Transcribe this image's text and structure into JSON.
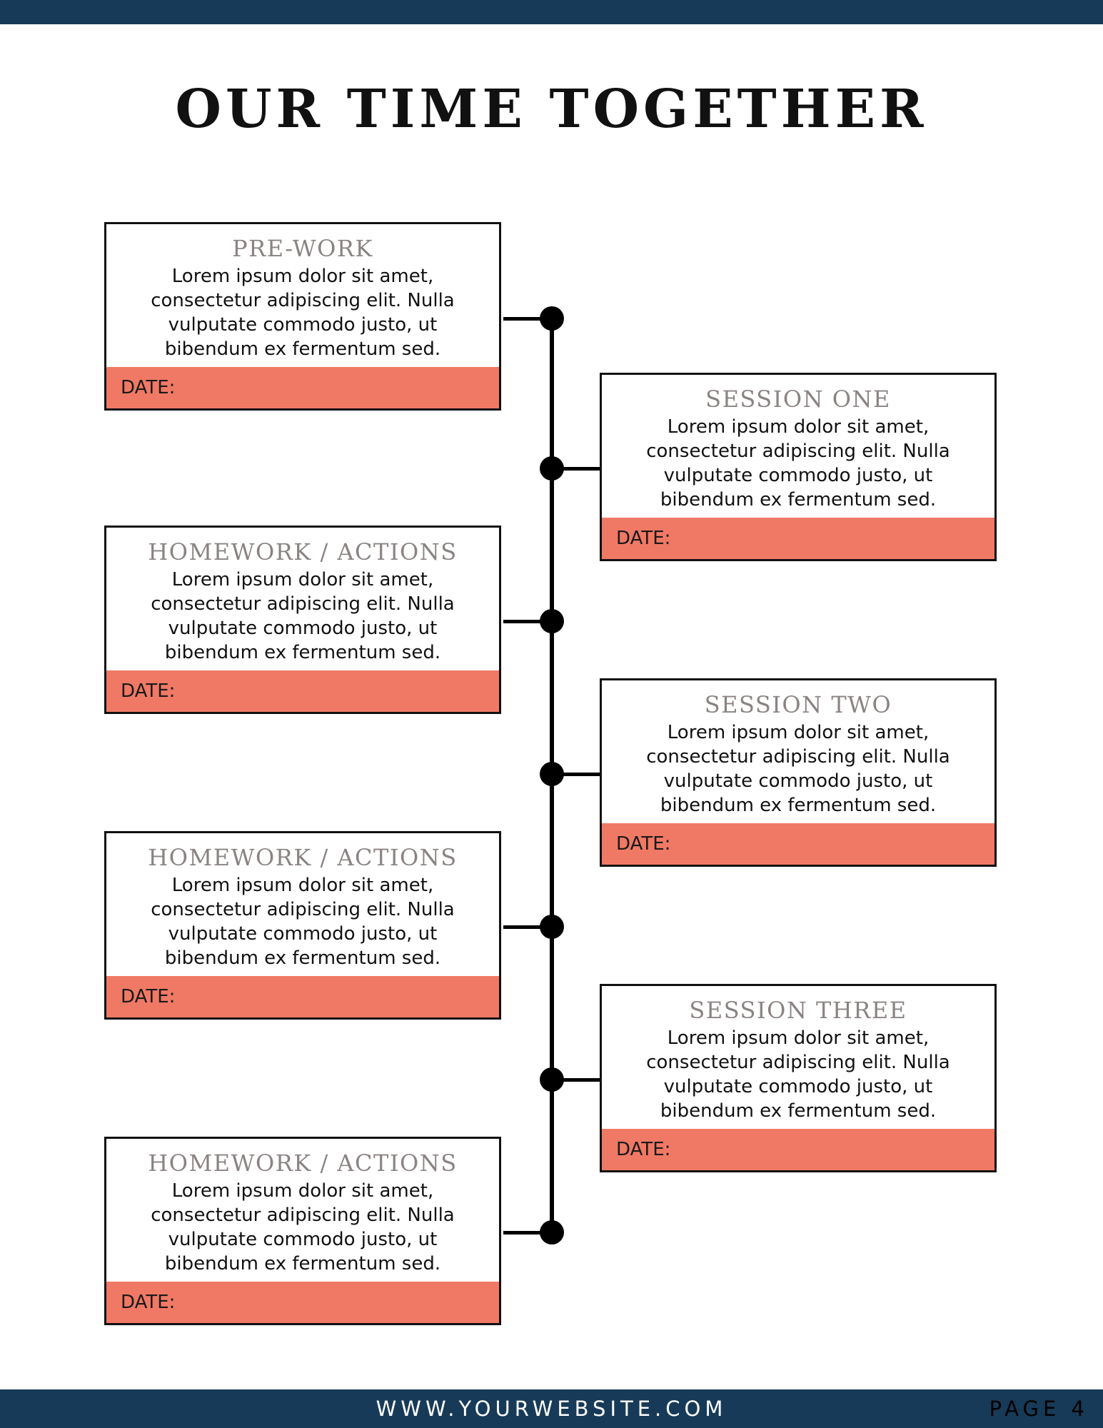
{
  "header": {
    "title": "OUR TIME TOGETHER"
  },
  "cards": [
    {
      "title": "PRE-WORK",
      "body": "Lorem ipsum dolor sit amet, consectetur adipiscing elit. Nulla vulputate commodo justo, ut bibendum ex fermentum sed.",
      "date_label": "DATE:"
    },
    {
      "title": "SESSION ONE",
      "body": "Lorem ipsum dolor sit amet, consectetur adipiscing elit. Nulla vulputate commodo justo, ut bibendum ex fermentum sed.",
      "date_label": "DATE:"
    },
    {
      "title": "HOMEWORK / ACTIONS",
      "body": "Lorem ipsum dolor sit amet, consectetur adipiscing elit. Nulla vulputate commodo justo, ut bibendum ex fermentum sed.",
      "date_label": "DATE:"
    },
    {
      "title": "SESSION TWO",
      "body": "Lorem ipsum dolor sit amet, consectetur adipiscing elit. Nulla vulputate commodo justo, ut bibendum ex fermentum sed.",
      "date_label": "DATE:"
    },
    {
      "title": "HOMEWORK / ACTIONS",
      "body": "Lorem ipsum dolor sit amet, consectetur adipiscing elit. Nulla vulputate commodo justo, ut bibendum ex fermentum sed.",
      "date_label": "DATE:"
    },
    {
      "title": "SESSION THREE",
      "body": "Lorem ipsum dolor sit amet, consectetur adipiscing elit. Nulla vulputate commodo justo, ut bibendum ex fermentum sed.",
      "date_label": "DATE:"
    },
    {
      "title": "HOMEWORK / ACTIONS",
      "body": "Lorem ipsum dolor sit amet, consectetur adipiscing elit. Nulla vulputate commodo justo, ut bibendum ex fermentum sed.",
      "date_label": "DATE:"
    }
  ],
  "footer": {
    "website": "WWW.YOURWEBSITE.COM",
    "page": "PAGE 4"
  },
  "colors": {
    "navy": "#173a58",
    "accent": "#f07965",
    "title_gray": "#8a8382"
  }
}
